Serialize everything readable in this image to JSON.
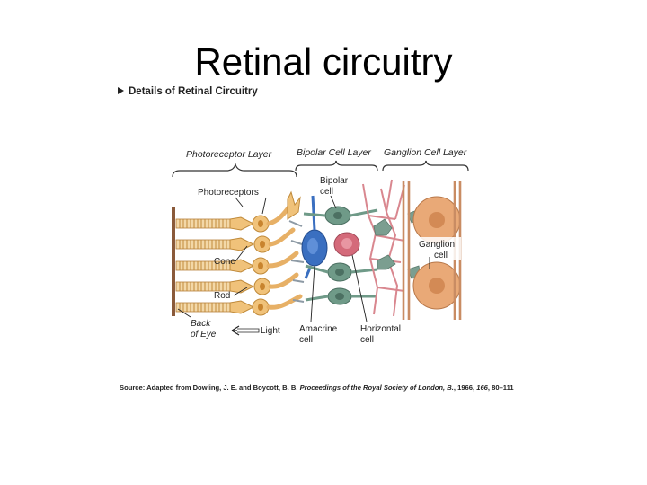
{
  "slide": {
    "title": "Retinal circuitry"
  },
  "figure": {
    "heading": "Details of Retinal Circuitry",
    "layers": {
      "photoreceptor": "Photoreceptor Layer",
      "bipolar": "Bipolar Cell Layer",
      "ganglion": "Ganglion Cell Layer"
    },
    "labels": {
      "photoreceptors": "Photoreceptors",
      "cone": "Cone",
      "rod": "Rod",
      "back_line1": "Back",
      "back_line2": "of Eye",
      "light": "Light",
      "bipolar_line1": "Bipolar",
      "bipolar_line2": "cell",
      "amacrine_line1": "Amacrine",
      "amacrine_line2": "cell",
      "horizontal_line1": "Horizontal",
      "horizontal_line2": "cell",
      "ganglion_line1": "Ganglion",
      "ganglion_line2": "cell"
    },
    "source": {
      "prefix": "Source: Adapted from Dowling, J. E. and Boycott, B. B.",
      "journal": "Proceedings of the Royal Society of London, B.",
      "year": ", 1966,",
      "volume": "166",
      "pages": ", 80–111"
    }
  },
  "colors": {
    "photoreceptor": "#f0c27a",
    "photoreceptor_stroke": "#c08a3a",
    "bipolar": "#6f9a88",
    "amacrine": "#3a6fc0",
    "horizontal": "#d46a7a",
    "ganglion": "#e9a977",
    "back_of_eye": "#8a5a3a"
  }
}
